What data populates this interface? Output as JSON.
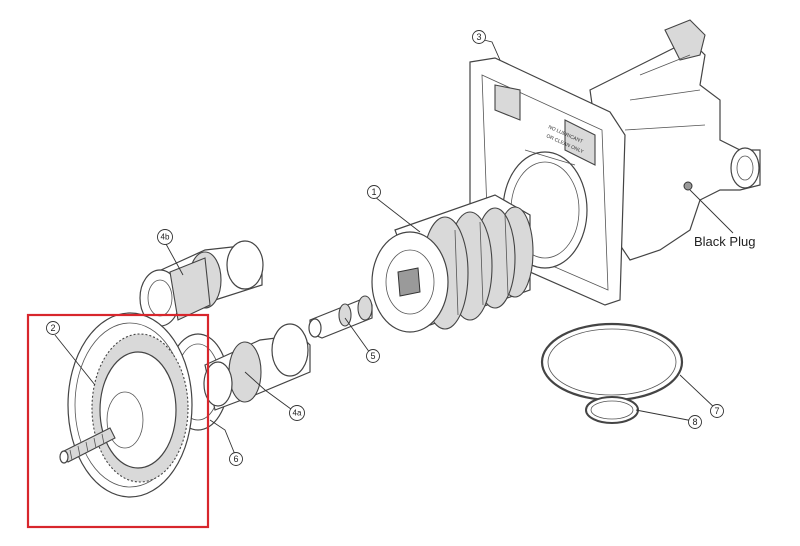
{
  "callouts": {
    "c1": "1",
    "c2": "2",
    "c3": "3",
    "c4a": "4a",
    "c4b": "4b",
    "c5": "5",
    "c6": "6",
    "c7": "7",
    "c8": "8"
  },
  "annotations": {
    "black_plug": "Black Plug",
    "housing_text_1": "NO LUBRICANT",
    "housing_text_2": "OR CLEAN ONLY"
  },
  "colors": {
    "highlight_box": "#d8262c",
    "line": "#444444"
  }
}
